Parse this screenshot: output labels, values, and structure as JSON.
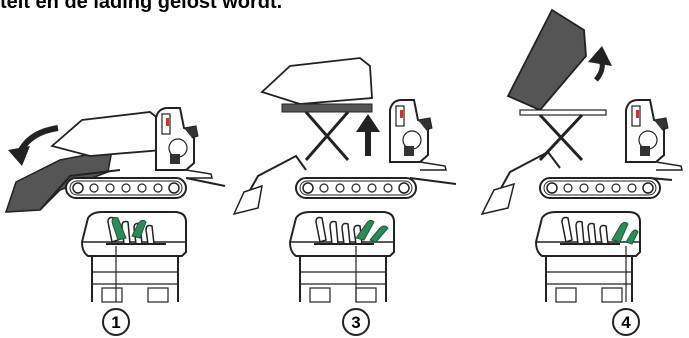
{
  "caption": "teit en de lading gelost wordt.",
  "panels": [
    {
      "step": "1",
      "action": "bucket-tilt-forward",
      "lever_highlight": "#2e8b57"
    },
    {
      "step": "3",
      "action": "bucket-raise",
      "lever_highlight": "#2e8b57"
    },
    {
      "step": "4",
      "action": "bucket-tilt-back-high",
      "lever_highlight": "#2e8b57"
    }
  ],
  "colors": {
    "outline": "#222222",
    "bucket_dark": "#555555",
    "bucket_light": "#ffffff",
    "arrow": "#222222",
    "lever_green": "#2e8b57"
  }
}
